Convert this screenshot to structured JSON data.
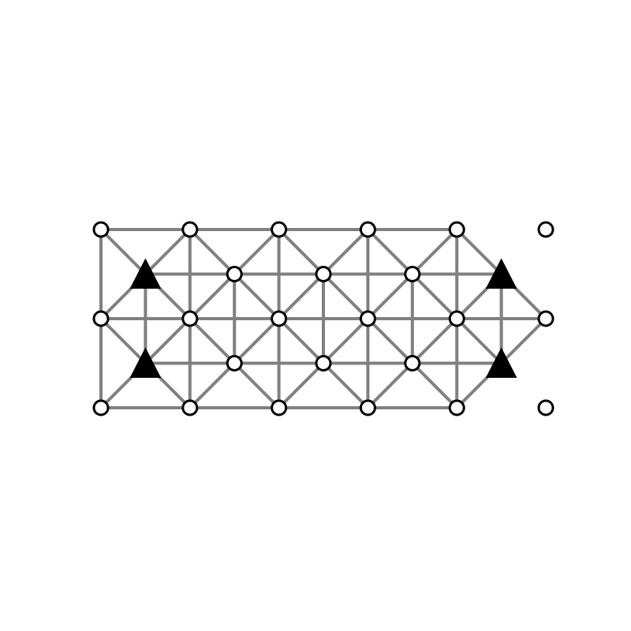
{
  "diagram": {
    "type": "lattice-graph",
    "colors": {
      "background": "#ffffff",
      "edge": "#808080",
      "node_fill": "#ffffff",
      "node_stroke": "#000000",
      "triangle_fill": "#000000"
    },
    "nodes": [
      {
        "id": "r0c0",
        "row": 0,
        "col": 0,
        "shape": "circle"
      },
      {
        "id": "r0c2",
        "row": 0,
        "col": 2,
        "shape": "circle"
      },
      {
        "id": "r0c4",
        "row": 0,
        "col": 4,
        "shape": "circle"
      },
      {
        "id": "r0c6",
        "row": 0,
        "col": 6,
        "shape": "circle"
      },
      {
        "id": "r0c8",
        "row": 0,
        "col": 8,
        "shape": "circle"
      },
      {
        "id": "r0c10",
        "row": 0,
        "col": 10,
        "shape": "circle"
      },
      {
        "id": "r1c1",
        "row": 1,
        "col": 1,
        "shape": "triangle"
      },
      {
        "id": "r1c3",
        "row": 1,
        "col": 3,
        "shape": "circle"
      },
      {
        "id": "r1c5",
        "row": 1,
        "col": 5,
        "shape": "circle"
      },
      {
        "id": "r1c7",
        "row": 1,
        "col": 7,
        "shape": "circle"
      },
      {
        "id": "r1c9",
        "row": 1,
        "col": 9,
        "shape": "triangle"
      },
      {
        "id": "r2c0",
        "row": 2,
        "col": 0,
        "shape": "circle"
      },
      {
        "id": "r2c2",
        "row": 2,
        "col": 2,
        "shape": "circle"
      },
      {
        "id": "r2c4",
        "row": 2,
        "col": 4,
        "shape": "circle"
      },
      {
        "id": "r2c6",
        "row": 2,
        "col": 6,
        "shape": "circle"
      },
      {
        "id": "r2c8",
        "row": 2,
        "col": 8,
        "shape": "circle"
      },
      {
        "id": "r2c10",
        "row": 2,
        "col": 10,
        "shape": "circle"
      },
      {
        "id": "r3c1",
        "row": 3,
        "col": 1,
        "shape": "triangle"
      },
      {
        "id": "r3c3",
        "row": 3,
        "col": 3,
        "shape": "circle"
      },
      {
        "id": "r3c5",
        "row": 3,
        "col": 5,
        "shape": "circle"
      },
      {
        "id": "r3c7",
        "row": 3,
        "col": 7,
        "shape": "circle"
      },
      {
        "id": "r3c9",
        "row": 3,
        "col": 9,
        "shape": "triangle"
      },
      {
        "id": "r4c0",
        "row": 4,
        "col": 0,
        "shape": "circle"
      },
      {
        "id": "r4c2",
        "row": 4,
        "col": 2,
        "shape": "circle"
      },
      {
        "id": "r4c4",
        "row": 4,
        "col": 4,
        "shape": "circle"
      },
      {
        "id": "r4c6",
        "row": 4,
        "col": 6,
        "shape": "circle"
      },
      {
        "id": "r4c8",
        "row": 4,
        "col": 8,
        "shape": "circle"
      },
      {
        "id": "r4c10",
        "row": 4,
        "col": 10,
        "shape": "circle"
      }
    ],
    "edges": [
      [
        "r0c0",
        "r0c2"
      ],
      [
        "r0c2",
        "r0c4"
      ],
      [
        "r0c4",
        "r0c6"
      ],
      [
        "r0c6",
        "r0c8"
      ],
      [
        "r1c1",
        "r1c3"
      ],
      [
        "r1c3",
        "r1c5"
      ],
      [
        "r1c5",
        "r1c7"
      ],
      [
        "r1c7",
        "r1c9"
      ],
      [
        "r2c0",
        "r2c2"
      ],
      [
        "r2c2",
        "r2c4"
      ],
      [
        "r2c4",
        "r2c6"
      ],
      [
        "r2c6",
        "r2c8"
      ],
      [
        "r2c8",
        "r2c10"
      ],
      [
        "r3c1",
        "r3c3"
      ],
      [
        "r3c3",
        "r3c5"
      ],
      [
        "r3c5",
        "r3c7"
      ],
      [
        "r3c7",
        "r3c9"
      ],
      [
        "r4c0",
        "r4c2"
      ],
      [
        "r4c2",
        "r4c4"
      ],
      [
        "r4c4",
        "r4c6"
      ],
      [
        "r4c6",
        "r4c8"
      ],
      [
        "r0c0",
        "r2c0"
      ],
      [
        "r2c0",
        "r4c0"
      ],
      [
        "r1c1",
        "r3c1"
      ],
      [
        "r0c2",
        "r2c2"
      ],
      [
        "r2c2",
        "r4c2"
      ],
      [
        "r1c3",
        "r3c3"
      ],
      [
        "r0c4",
        "r2c4"
      ],
      [
        "r2c4",
        "r4c4"
      ],
      [
        "r1c5",
        "r3c5"
      ],
      [
        "r0c6",
        "r2c6"
      ],
      [
        "r2c6",
        "r4c6"
      ],
      [
        "r1c7",
        "r3c7"
      ],
      [
        "r0c8",
        "r2c8"
      ],
      [
        "r2c8",
        "r4c8"
      ],
      [
        "r1c9",
        "r3c9"
      ],
      [
        "r0c0",
        "r1c1"
      ],
      [
        "r0c2",
        "r1c3"
      ],
      [
        "r0c4",
        "r1c5"
      ],
      [
        "r0c6",
        "r1c7"
      ],
      [
        "r0c8",
        "r1c9"
      ],
      [
        "r1c1",
        "r2c2"
      ],
      [
        "r1c3",
        "r2c4"
      ],
      [
        "r1c5",
        "r2c6"
      ],
      [
        "r1c7",
        "r2c8"
      ],
      [
        "r1c9",
        "r2c10"
      ],
      [
        "r2c0",
        "r3c1"
      ],
      [
        "r2c2",
        "r3c3"
      ],
      [
        "r2c4",
        "r3c5"
      ],
      [
        "r2c6",
        "r3c7"
      ],
      [
        "r2c8",
        "r3c9"
      ],
      [
        "r3c1",
        "r4c2"
      ],
      [
        "r3c3",
        "r4c4"
      ],
      [
        "r3c5",
        "r4c6"
      ],
      [
        "r3c7",
        "r4c8"
      ],
      [
        "r0c2",
        "r1c1"
      ],
      [
        "r0c4",
        "r1c3"
      ],
      [
        "r0c6",
        "r1c5"
      ],
      [
        "r0c8",
        "r1c7"
      ],
      [
        "r1c1",
        "r2c0"
      ],
      [
        "r1c3",
        "r2c2"
      ],
      [
        "r1c5",
        "r2c4"
      ],
      [
        "r1c7",
        "r2c6"
      ],
      [
        "r1c9",
        "r2c8"
      ],
      [
        "r2c2",
        "r3c1"
      ],
      [
        "r2c4",
        "r3c3"
      ],
      [
        "r2c6",
        "r3c5"
      ],
      [
        "r2c8",
        "r3c7"
      ],
      [
        "r2c10",
        "r3c9"
      ],
      [
        "r3c1",
        "r4c0"
      ],
      [
        "r3c3",
        "r4c2"
      ],
      [
        "r3c5",
        "r4c4"
      ],
      [
        "r3c7",
        "r4c6"
      ],
      [
        "r3c9",
        "r4c8"
      ]
    ]
  }
}
